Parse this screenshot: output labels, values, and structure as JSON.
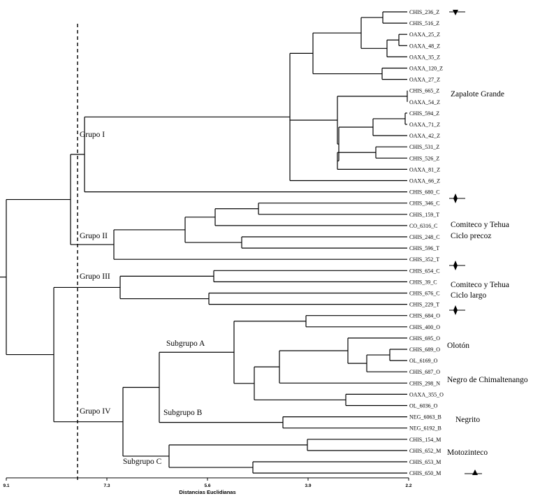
{
  "leaves": [
    "CHIS_236_Z",
    "CHIS_516_Z",
    "OAXA_25_Z",
    "OAXA_48_Z",
    "OAXA_35_Z",
    "OAXA_120_Z",
    "OAXA_27_Z",
    "CHIS_665_Z",
    "OAXA_54_Z",
    "CHIS_594_Z",
    "OAXA_71_Z",
    "OAXA_42_Z",
    "CHIS_531_Z",
    "CHIS_526_Z",
    "OAXA_81_Z",
    "OAXA_66_Z",
    "CHIS_680_C",
    "CHIS_346_C",
    "CHIS_159_T",
    "CO_6316_C",
    "CHIS_248_C",
    "CHIS_596_T",
    "CHIS_352_T",
    "CHIS_654_C",
    "CHIS_39_C",
    "CHIS_676_C",
    "CHIS_229_T",
    "CHIS_684_O",
    "CHIS_400_O",
    "CHIS_695_O",
    "CHIS_689_O",
    "OL_6169_O",
    "CHIS_687_O",
    "CHIS_298_N",
    "OAXA_355_O",
    "OL_6036_O",
    "NEG_6063_B",
    "NEG_6192_B",
    "CHIS_154_M",
    "CHIS_652_M",
    "CHIS_653_M",
    "CHIS_650_M"
  ],
  "group_labels": {
    "grupo_i": "Grupo I",
    "grupo_ii": "Grupo II",
    "grupo_iii": "Grupo III",
    "grupo_iv": "Grupo IV",
    "subgrupo_a": "Subgrupo A",
    "subgrupo_b": "Subgrupo B",
    "subgrupo_c": "Subgrupo C"
  },
  "race_labels": {
    "zapalote": "Zapalote Grande",
    "comiteco_precoz_1": "Comiteco y Tehua",
    "comiteco_precoz_2": "Ciclo precoz",
    "comiteco_largo_1": "Comiteco y Tehua",
    "comiteco_largo_2": "Ciclo largo",
    "oloton": "Olotón",
    "negro": "Negro de Chimaltenango",
    "negrito": "Negrito",
    "motozinteco": "Motozinteco"
  },
  "axis": {
    "title": "Distancias Euclidianas",
    "ticks": [
      "9.1",
      "7.3",
      "5.6",
      "3.9",
      "2.2"
    ]
  },
  "markers": {
    "down_triangle_at": "CHIS_236_Z",
    "diamond_at": [
      "CHIS_680_C",
      "CHIS_352_T",
      "CHIS_229_T"
    ],
    "up_triangle_at": "CHIS_650_M"
  }
}
